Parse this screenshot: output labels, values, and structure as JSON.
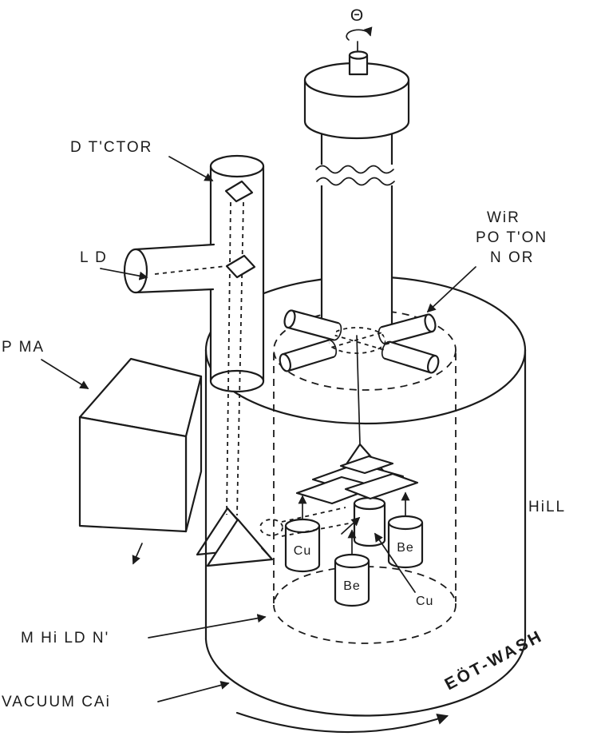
{
  "labels": {
    "theta": "Θ",
    "detector": "D T'CTOR",
    "led": "L D",
    "pm": "P  MA",
    "wire_monitor": [
      "WiR",
      "PO  T'ON",
      "N OR"
    ],
    "hill": "HiLL",
    "shielding": "M  Hi LD N'",
    "vacuum_can": "VACUUM CAi",
    "eot_wash": "EÖT-WASH",
    "cu_left": "Cu",
    "be_middle": "Be",
    "be_right": "Be",
    "cu_back": "Cu"
  },
  "colors": {
    "ink": "#1b1b1b",
    "paper": "#ffffff"
  }
}
